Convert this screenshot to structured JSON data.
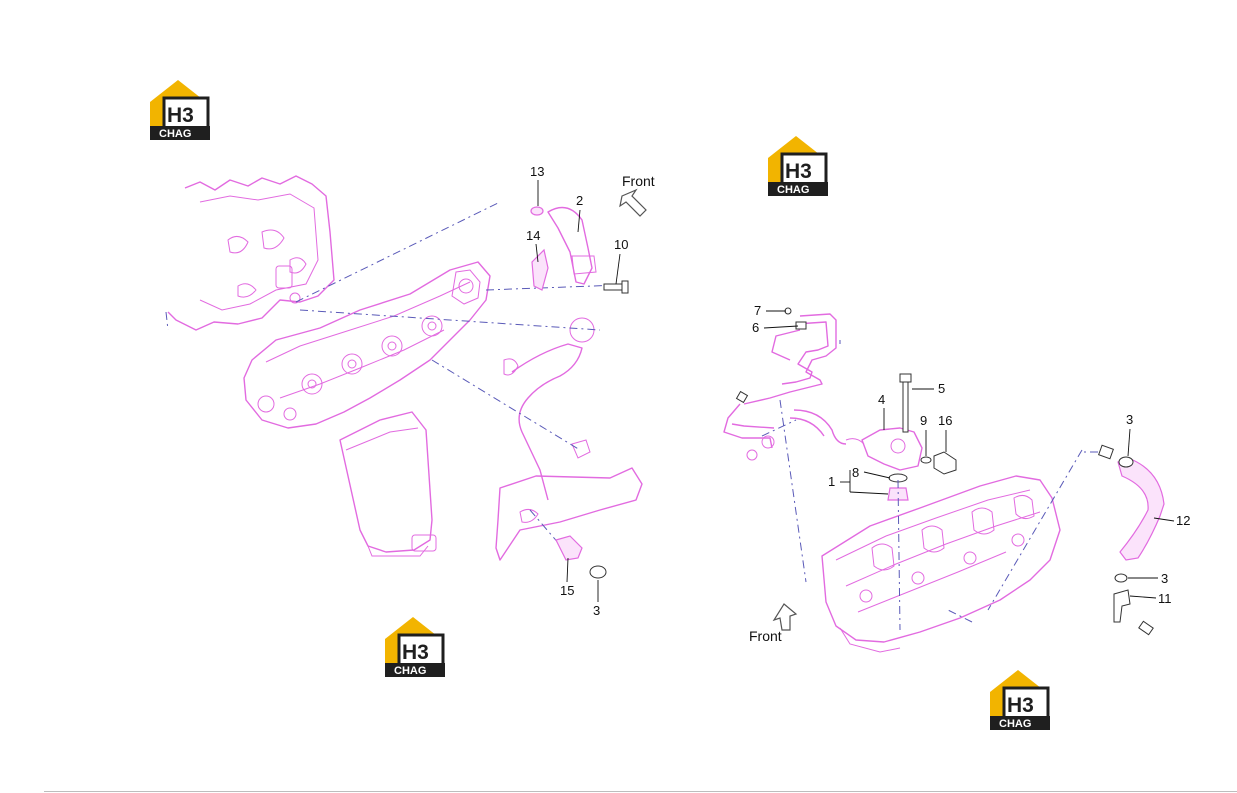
{
  "logo": {
    "mark": "H3",
    "caption": "CHAG",
    "colors": {
      "roof": "#f2b400",
      "box": "#1f1f1f",
      "text": "#ffffff"
    }
  },
  "left_diagram": {
    "front_label": "Front",
    "callouts": [
      "13",
      "2",
      "14",
      "10",
      "15",
      "3"
    ]
  },
  "right_diagram": {
    "front_label": "Front",
    "callouts": [
      "7",
      "6",
      "5",
      "4",
      "9",
      "16",
      "8",
      "1",
      "3",
      "12",
      "3",
      "11"
    ]
  },
  "colors": {
    "linework": "#e26be0",
    "phantom_line": "#5a5ab8",
    "label": "#111111"
  }
}
